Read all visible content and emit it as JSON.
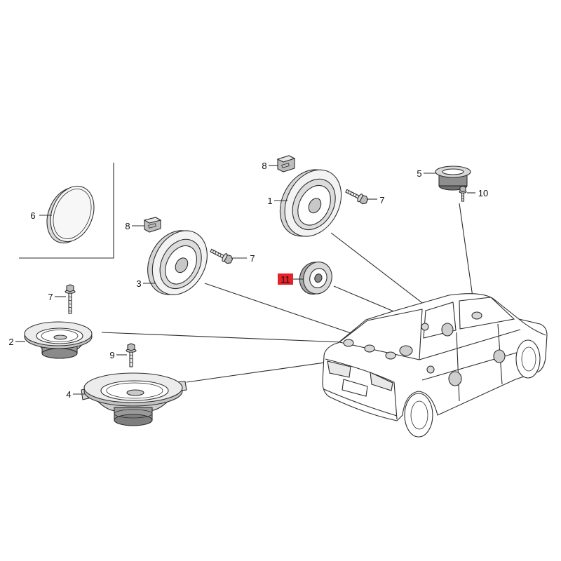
{
  "callouts": {
    "part_1": "1",
    "part_2": "2",
    "part_3": "3",
    "part_4": "4",
    "part_5": "5",
    "part_6": "6",
    "part_7_upper": "7",
    "part_7_middle": "7",
    "part_7_left": "7",
    "part_8_upper": "8",
    "part_8_lower": "8",
    "part_9": "9",
    "part_10": "10",
    "part_11": "11"
  },
  "colors": {
    "highlight": "#e3222a",
    "line": "#2d2d2d"
  }
}
